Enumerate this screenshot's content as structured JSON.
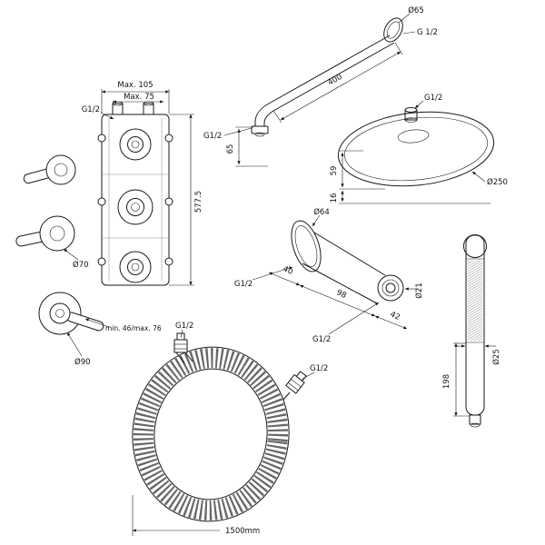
{
  "drawing": {
    "arm": {
      "dia": "Ø65",
      "thread": "G 1/2",
      "length": "400",
      "drop": "65",
      "thread2": "G1/2"
    },
    "head": {
      "thread": "G1/2",
      "dia": "Ø250",
      "offset1": "59",
      "offset2": "16"
    },
    "valve": {
      "width_max": "Max. 105",
      "width_max2": "Max. 75",
      "thread": "G1/2",
      "height": "577.5",
      "dia_handle": "Ø70",
      "dia_plate": "Ø90",
      "depth": "min. 46/max. 76"
    },
    "elbow": {
      "dia": "Ø64",
      "thread_in": "G1/2",
      "seg1": "40",
      "seg2": "98",
      "seg3": "42",
      "thread_out": "G1/2",
      "dia_out": "Ø21"
    },
    "hose": {
      "thread_a": "G1/2",
      "thread_b": "G1/2",
      "length": "1500mm"
    },
    "handshower": {
      "dia": "Ø25",
      "length": "198"
    }
  }
}
